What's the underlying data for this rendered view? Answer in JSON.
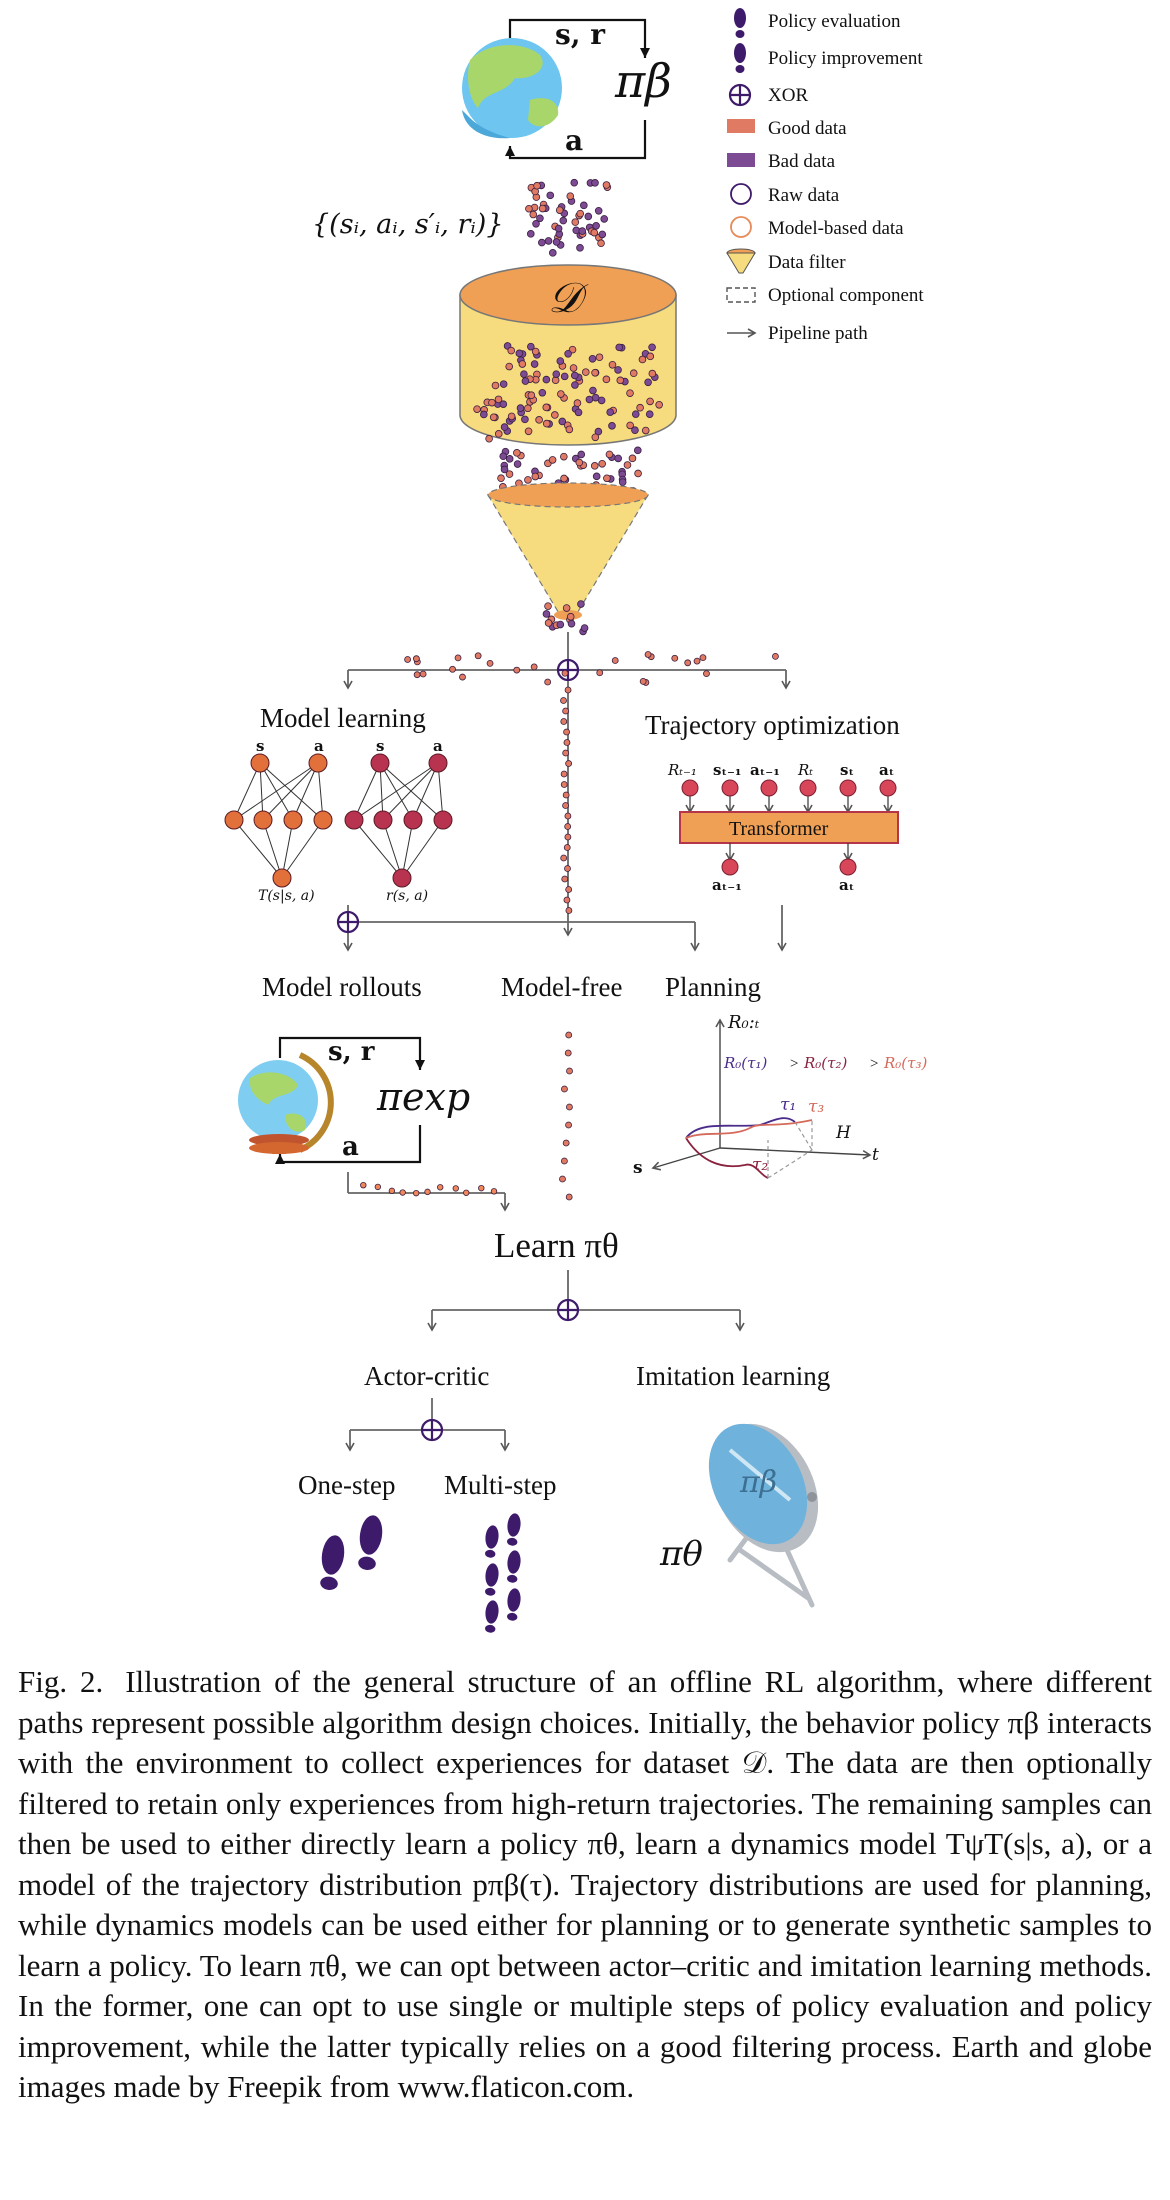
{
  "legend": {
    "policy_evaluation": "Policy evaluation",
    "policy_improvement": "Policy improvement",
    "xor": "XOR",
    "good_data": "Good data",
    "bad_data": "Bad data",
    "raw_data": "Raw data",
    "model_based_data": "Model-based data",
    "data_filter": "Data filter",
    "optional_component": "Optional component",
    "pipeline_path": "Pipeline path"
  },
  "colors": {
    "good": "#e07a63",
    "bad": "#7d4a94",
    "model_node_orange": "#e2703a",
    "model_node_red": "#b8334f",
    "cylinder_top": "#f0a055",
    "cylinder_body": "#f6dc7e",
    "funnel": "#f6dc7e",
    "transformer": "#f0a055",
    "tau1": "#4b2c8a",
    "tau2": "#8a2340",
    "tau3": "#d46a5a",
    "footprint": "#3e1a6b"
  },
  "env_loop": {
    "state_reward": "s, r",
    "policy": "πβ",
    "action": "a"
  },
  "dataset": {
    "tuple": "{(sᵢ, aᵢ, s′ᵢ, rᵢ)}",
    "symbol": "𝒟"
  },
  "model_learning": {
    "title": "Model learning",
    "net1_inputs": [
      "s",
      "a"
    ],
    "net1_output": "T(s|s, a)",
    "net2_inputs": [
      "s",
      "a"
    ],
    "net2_output": "r(s, a)"
  },
  "trajectory": {
    "title": "Trajectory optimization",
    "tokens": [
      "Rₜ₋₁",
      "sₜ₋₁",
      "aₜ₋₁",
      "Rₜ",
      "sₜ",
      "aₜ"
    ],
    "block_label": "Transformer",
    "outputs": [
      "aₜ₋₁",
      "aₜ"
    ]
  },
  "branches": {
    "model_rollouts": "Model rollouts",
    "model_free": "Model-free",
    "planning": "Planning"
  },
  "rollout_loop": {
    "state_reward": "s, r",
    "policy": "πexp",
    "action": "a"
  },
  "planning_plot": {
    "y_axis": "R₀:ₜ",
    "inequality": [
      "R₀(τ₁)",
      ">",
      "R₀(τ₂)",
      ">",
      "R₀(τ₃)"
    ],
    "tau_labels": [
      "τ₁",
      "τ₂",
      "τ₃"
    ],
    "horizon": "H",
    "time": "t",
    "state": "s"
  },
  "learn": {
    "title": "Learn πθ"
  },
  "methods": {
    "actor_critic": "Actor-critic",
    "imitation": "Imitation learning",
    "one_step": "One-step",
    "multi_step": "Multi-step",
    "mirror_label": "πβ",
    "pi_theta": "πθ"
  },
  "caption": {
    "figure_number": "Fig. 2.",
    "text": "Illustration of the general structure of an offline RL algorithm, where different paths represent possible algorithm design choices. Initially, the behavior policy πβ interacts with the environment to collect experiences for dataset 𝒟. The data are then optionally filtered to retain only experiences from high-return trajectories. The remaining samples can then be used to either directly learn a policy πθ, learn a dynamics model TψT(s|s, a), or a model of the trajectory distribution pπβ(τ). Trajectory distributions are used for planning, while dynamics models can be used either for planning or to generate synthetic samples to learn a policy. To learn πθ, we can opt between actor–critic and imitation learning methods. In the former, one can opt to use single or multiple steps of policy evaluation and policy improvement, while the latter typically relies on a good filtering process. Earth and globe images made by Freepik from www.flaticon.com."
  }
}
